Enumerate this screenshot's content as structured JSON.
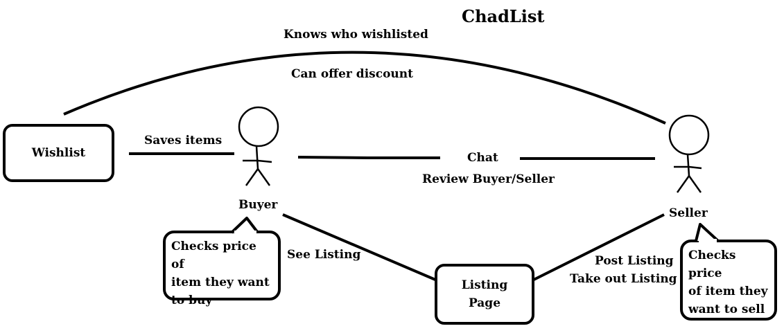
{
  "title": "ChadList",
  "actors": {
    "buyer": "Buyer",
    "seller": "Seller"
  },
  "nodes": {
    "wishlist": "Wishlist",
    "listing_page": "Listing\nPage"
  },
  "edges": {
    "seller_wishlist_1": "Knows who wishlisted",
    "seller_wishlist_2": "Can offer discount",
    "saves_items": "Saves items",
    "chat": "Chat",
    "review": "Review Buyer/Seller",
    "see_listing": "See Listing",
    "post_listing": "Post Listing",
    "take_out_listing": "Take out Listing"
  },
  "notes": {
    "buyer_note": "Checks price of\nitem they want\nto buy",
    "seller_note": "Checks price\nof item they\nwant to sell"
  }
}
